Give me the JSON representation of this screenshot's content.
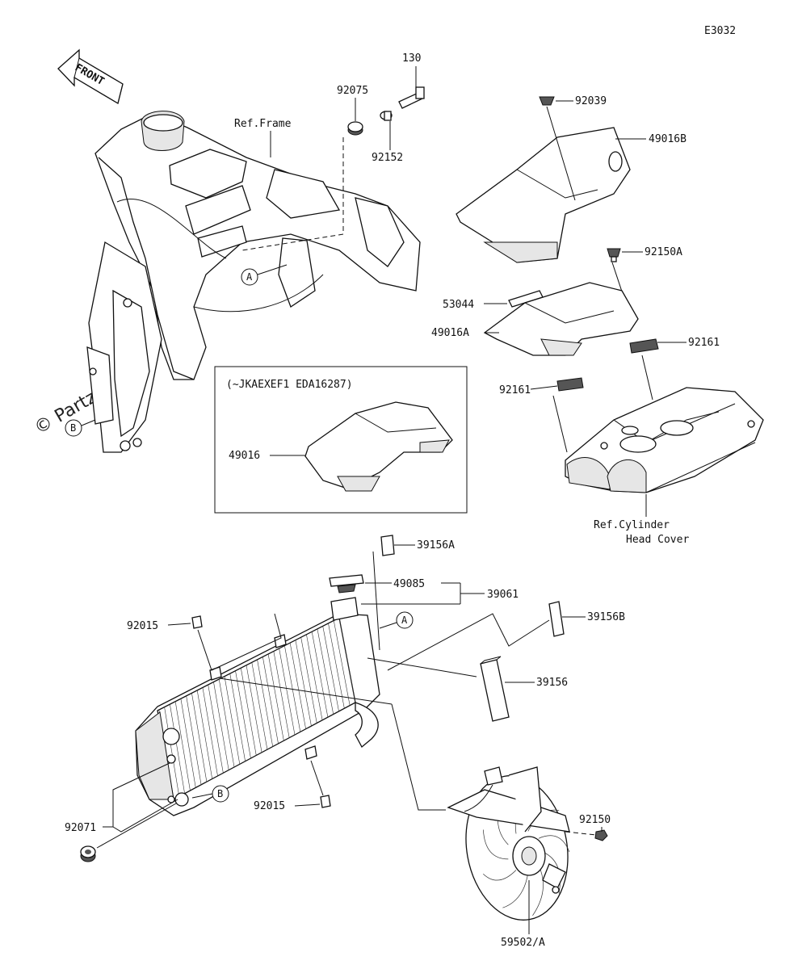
{
  "diagram_code": "E3032",
  "front_label": "FRONT",
  "watermark": "© Partzilla.com",
  "ref_frame": "Ref.Frame",
  "ref_cylinder_line1": "Ref.Cylinder",
  "ref_cylinder_line2": "Head Cover",
  "inset_title": "(~JKAEXEF1 EDA16287)",
  "callouts": {
    "a_top": "A",
    "a_mid": "A",
    "b_left": "B",
    "b_bottom": "B"
  },
  "parts": {
    "p130": "130",
    "p92075": "92075",
    "p92152": "92152",
    "p92039": "92039",
    "p49016B": "49016B",
    "p92150A": "92150A",
    "p53044": "53044",
    "p49016A": "49016A",
    "p92161_right": "92161",
    "p92161_left": "92161",
    "p49016": "49016",
    "p39156A": "39156A",
    "p49085": "49085",
    "p39061": "39061",
    "p92015_top": "92015",
    "p39156B": "39156B",
    "p39156": "39156",
    "p92071": "92071",
    "p92015_bottom": "92015",
    "p92150": "92150",
    "p59502A": "59502/A"
  }
}
